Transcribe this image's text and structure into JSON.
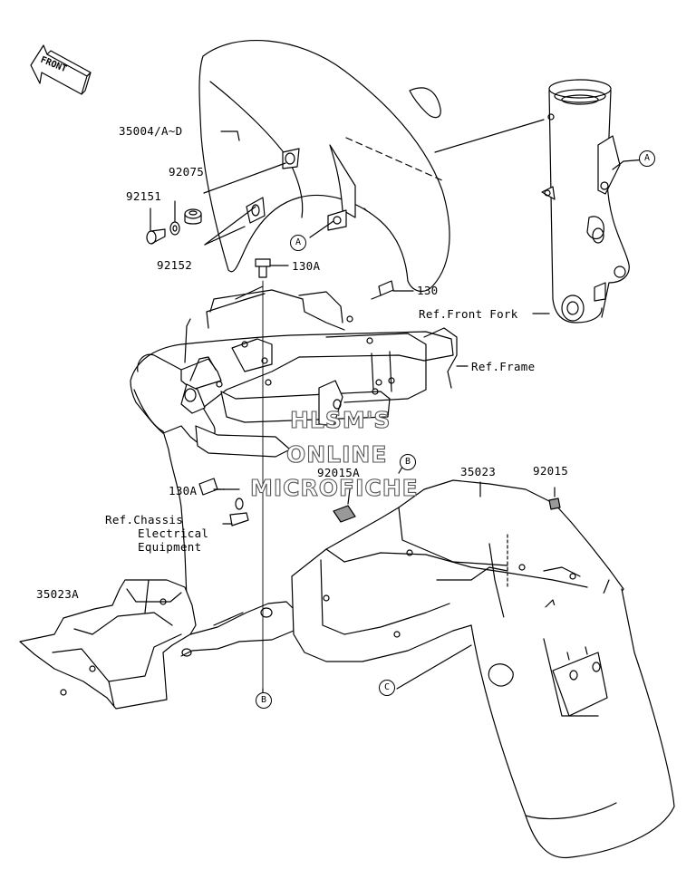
{
  "front_badge": "FRONT",
  "parts": {
    "front_fender": "35004/A~D",
    "grommet": "92075",
    "screw": "92151",
    "washer": "92152",
    "bolt_top": "130A",
    "bolt_right": "130",
    "bolt_lower": "130A",
    "clip_nut_small": "92015A",
    "rear_fender_front": "35023",
    "clip_nut": "92015",
    "battery_case": "35023A"
  },
  "references": {
    "front_fork": "Ref.Front Fork",
    "frame": "Ref.Frame",
    "chassis_electrical": [
      "Ref.Chassis",
      "Electrical",
      "Equipment"
    ]
  },
  "callouts": {
    "a_fender": "A",
    "a_fork": "A",
    "b_top": "B",
    "b_bottom": "B",
    "c": "C"
  },
  "watermark": [
    "HLSM'S",
    "ONLINE",
    "MICROFICHE"
  ]
}
